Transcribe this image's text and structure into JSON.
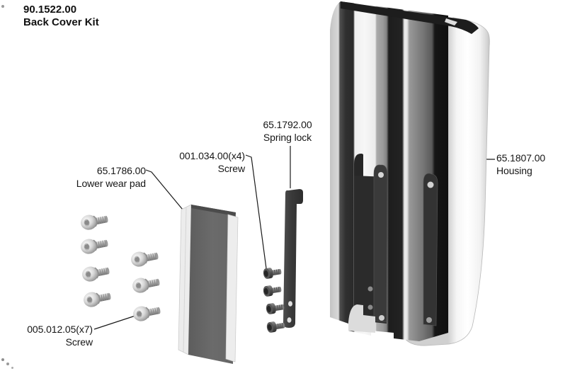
{
  "title": {
    "number": "90.1522.00",
    "name": "Back Cover Kit"
  },
  "labels": {
    "spring_lock": {
      "number": "65.1792.00",
      "name": "Spring lock"
    },
    "screw_x4": {
      "number": "001.034.00(x4)",
      "name": "Screw"
    },
    "lower_wear_pad": {
      "number": "65.1786.00",
      "name": "Lower wear pad"
    },
    "housing": {
      "number": "65.1807.00",
      "name": "Housing"
    },
    "screw_x7": {
      "number": "005.012.05(x7)",
      "name": "Screw"
    }
  },
  "drawing": {
    "screws_button_head_count": 7,
    "screws_socket_head_count": 4
  },
  "colors": {
    "background": "#ffffff",
    "text": "#161616",
    "leader_line": "#1a1a1a",
    "dark_part": "#333333",
    "wear_pad_face": "#676767",
    "metal_light": "#c9c9c9",
    "housing_white": "#f7f7f7"
  }
}
